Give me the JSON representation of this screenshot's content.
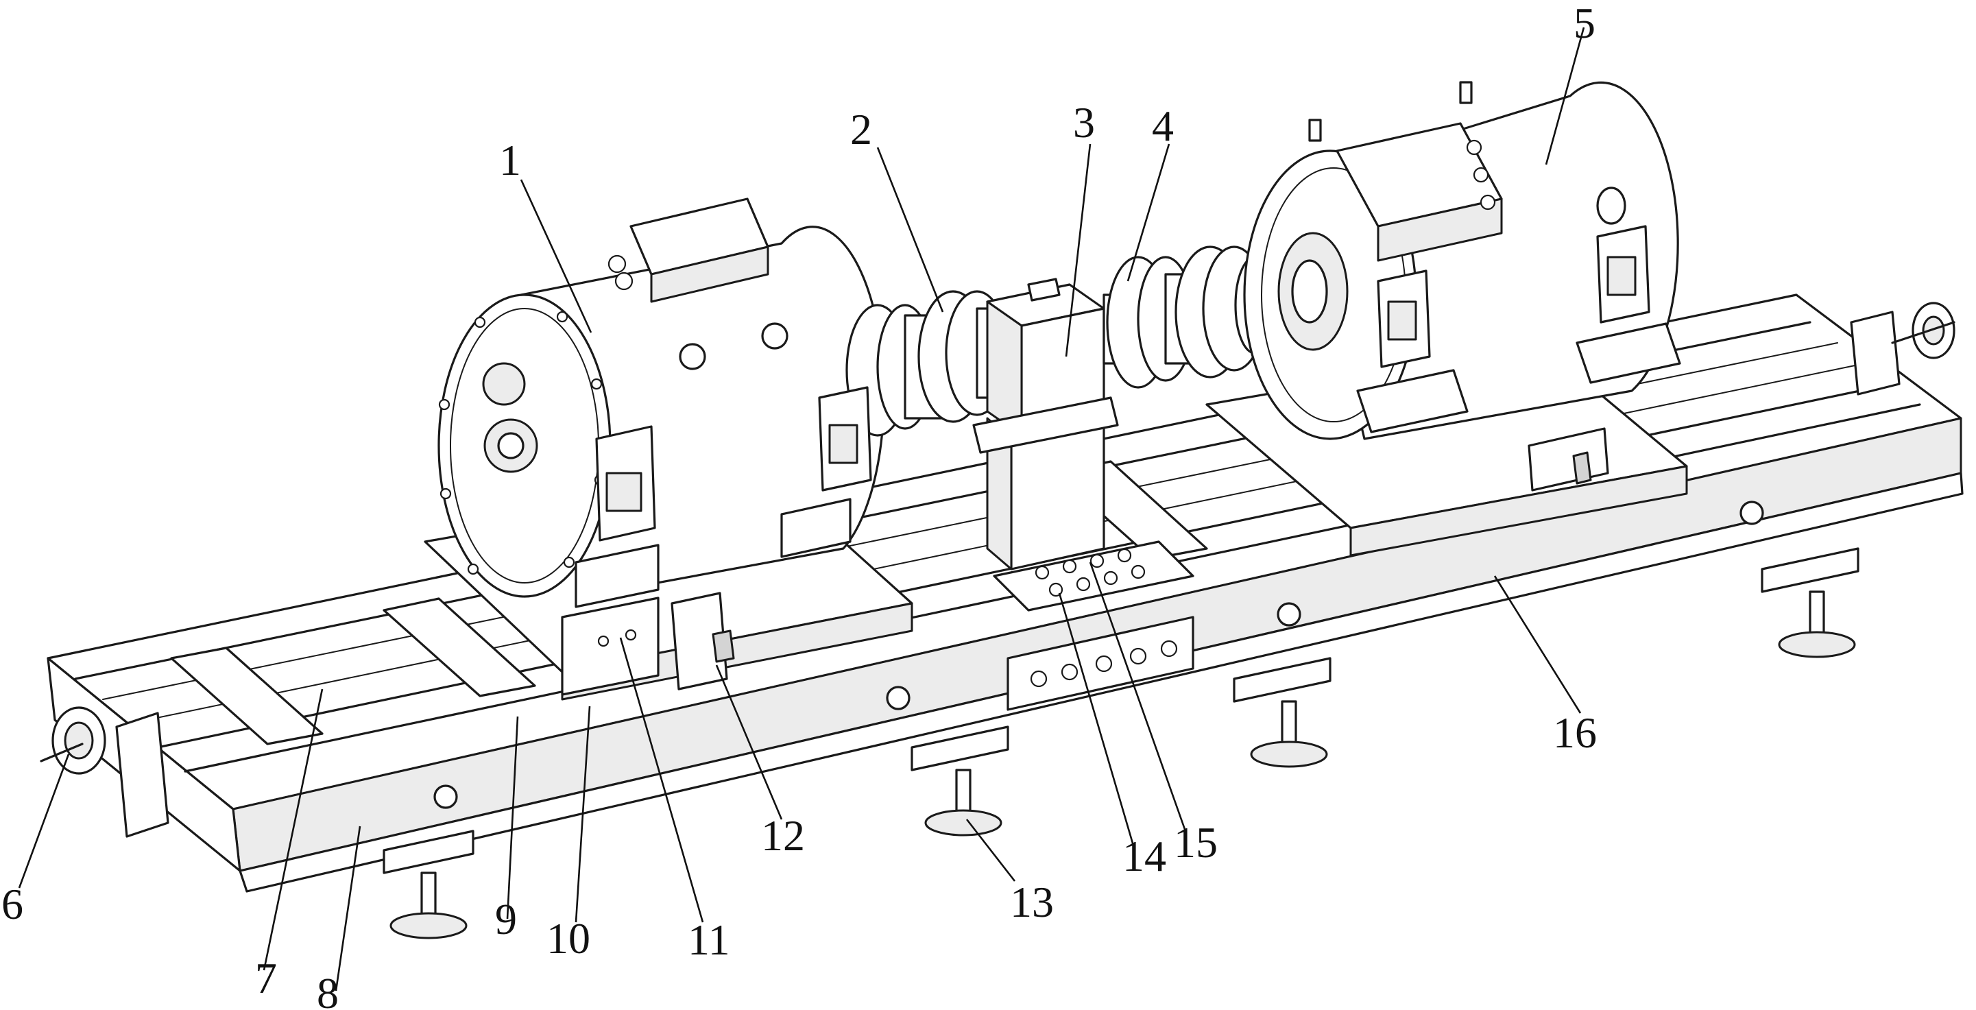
{
  "figure": {
    "callouts": [
      {
        "id": "1",
        "text": "1"
      },
      {
        "id": "2",
        "text": "2"
      },
      {
        "id": "3",
        "text": "3"
      },
      {
        "id": "4",
        "text": "4"
      },
      {
        "id": "5",
        "text": "5"
      },
      {
        "id": "6",
        "text": "6"
      },
      {
        "id": "7",
        "text": "7"
      },
      {
        "id": "8",
        "text": "8"
      },
      {
        "id": "9",
        "text": "9"
      },
      {
        "id": "10",
        "text": "10"
      },
      {
        "id": "11",
        "text": "11"
      },
      {
        "id": "12",
        "text": "12"
      },
      {
        "id": "13",
        "text": "13"
      },
      {
        "id": "14",
        "text": "14"
      },
      {
        "id": "15",
        "text": "15"
      },
      {
        "id": "16",
        "text": "16"
      }
    ]
  }
}
